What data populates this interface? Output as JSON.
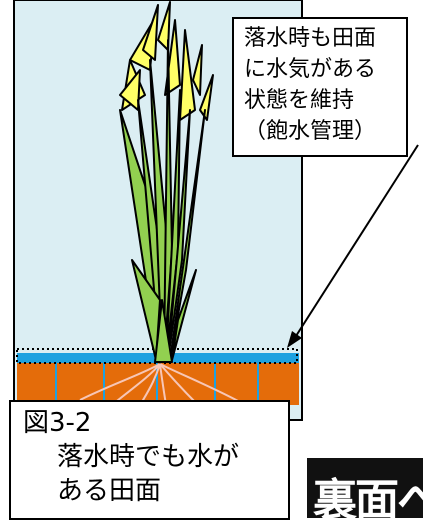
{
  "callout": {
    "lines": [
      "落水時も田面",
      "に水気がある",
      "状態を維持",
      "（飽水管理）"
    ]
  },
  "caption": {
    "title": "図3-2",
    "lines": [
      "落水時でも水が",
      "ある田面"
    ]
  },
  "banner": {
    "text": "裏面へ"
  },
  "colors": {
    "sky": "#dbeef3",
    "leaf": "#92d050",
    "leaf_tip": "#ffff66",
    "water": "#1da1e0",
    "soil": "#e46c0a",
    "root": "#f7c6b6"
  }
}
